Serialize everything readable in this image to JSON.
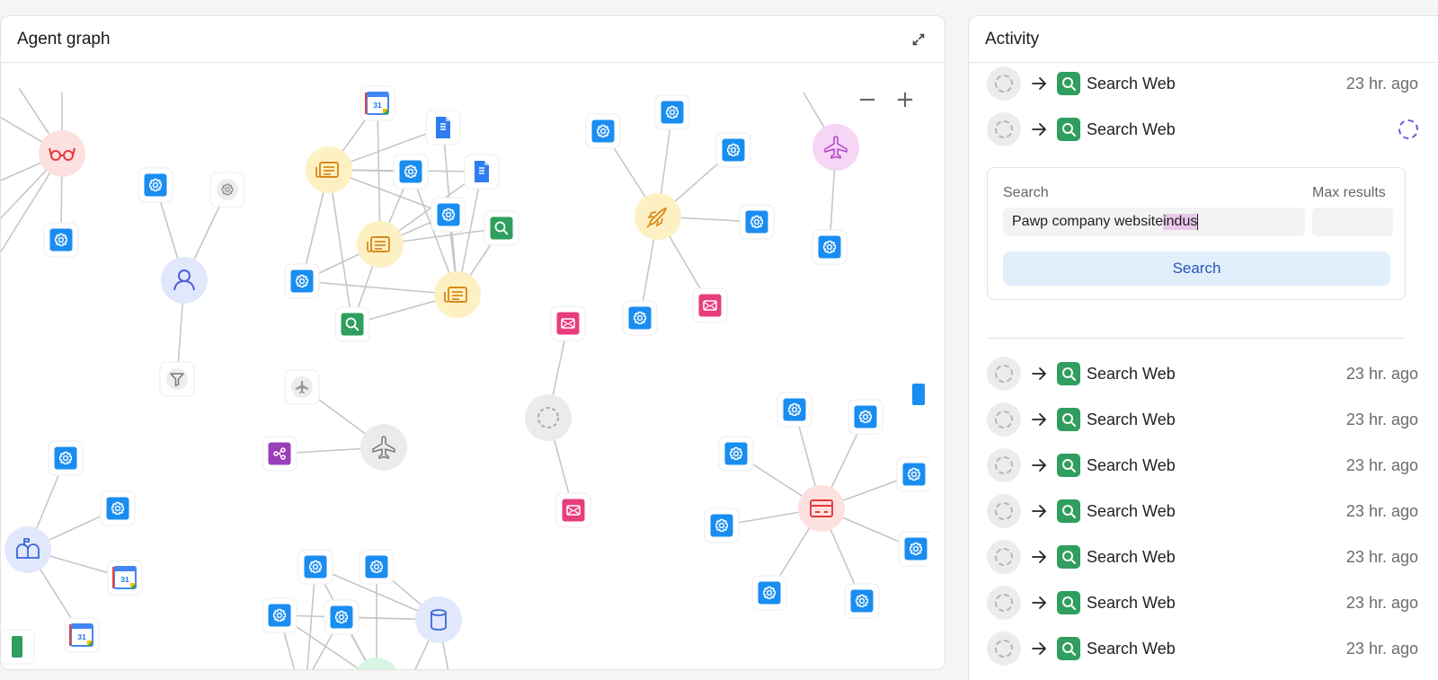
{
  "graph_panel": {
    "title": "Agent graph",
    "zoom_out": "−",
    "zoom_in": "+"
  },
  "activity_panel": {
    "title": "Activity",
    "top_items": [
      {
        "label": "Search Web",
        "time": "23 hr. ago"
      },
      {
        "label": "Search Web",
        "time": ""
      }
    ],
    "search_form": {
      "search_label": "Search",
      "max_results_label": "Max results",
      "query_prefix": "Pawp company website ",
      "query_highlight": "indus",
      "max_results_value": "",
      "submit_label": "Search"
    },
    "items": [
      {
        "label": "Search Web",
        "time": "23 hr. ago"
      },
      {
        "label": "Search Web",
        "time": "23 hr. ago"
      },
      {
        "label": "Search Web",
        "time": "23 hr. ago"
      },
      {
        "label": "Search Web",
        "time": "23 hr. ago"
      },
      {
        "label": "Search Web",
        "time": "23 hr. ago"
      },
      {
        "label": "Search Web",
        "time": "23 hr. ago"
      },
      {
        "label": "Search Web",
        "time": "23 hr. ago"
      }
    ]
  },
  "calendar_day": "31",
  "colors": {
    "gear_tile": "#1a8df0",
    "search_tile": "#2f9e5e",
    "mail_tile": "#e83d7c",
    "slack_tile": "#9b3fb8",
    "doc_tile": "#2f7cf0",
    "agent_yellow": "#fdf0c2",
    "agent_pink": "#fde0e0",
    "agent_blue": "#e2e8fb",
    "agent_purple": "#f6d5f5",
    "agent_gray": "#ebebeb"
  }
}
